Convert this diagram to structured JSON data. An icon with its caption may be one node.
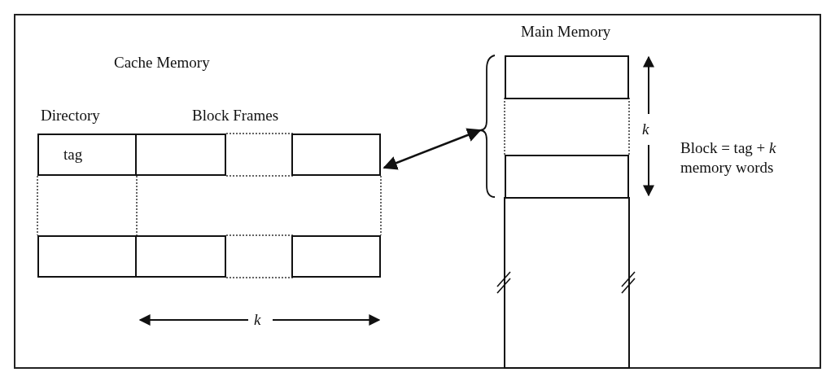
{
  "diagram": {
    "nodes": [
      {
        "text": [
          "Cache Memory"
        ]
      },
      {
        "text": [
          "tag"
        ],
        "in": 0
      },
      {
        "text": [],
        "shape": "box",
        "in": 0
      },
      {
        "text": [],
        "shape": "box",
        "in": 0
      },
      {
        "text": [],
        "shape": "box",
        "in": 0
      },
      {
        "text": [],
        "shape": "box",
        "in": 0
      },
      {
        "text": [],
        "shape": "box",
        "in": 0
      },
      {
        "text": [
          "Main Memory"
        ]
      },
      {
        "text": [],
        "shape": "box",
        "in": 7
      },
      {
        "text": [],
        "shape": "box",
        "in": 7
      }
    ],
    "edges": [
      {
        "from": 0,
        "to": 7,
        "arrow": "both"
      }
    ],
    "labels": [
      "Directory",
      "Block Frames",
      "k",
      "k",
      "Block = tag + *k* memory words"
    ]
  }
}
